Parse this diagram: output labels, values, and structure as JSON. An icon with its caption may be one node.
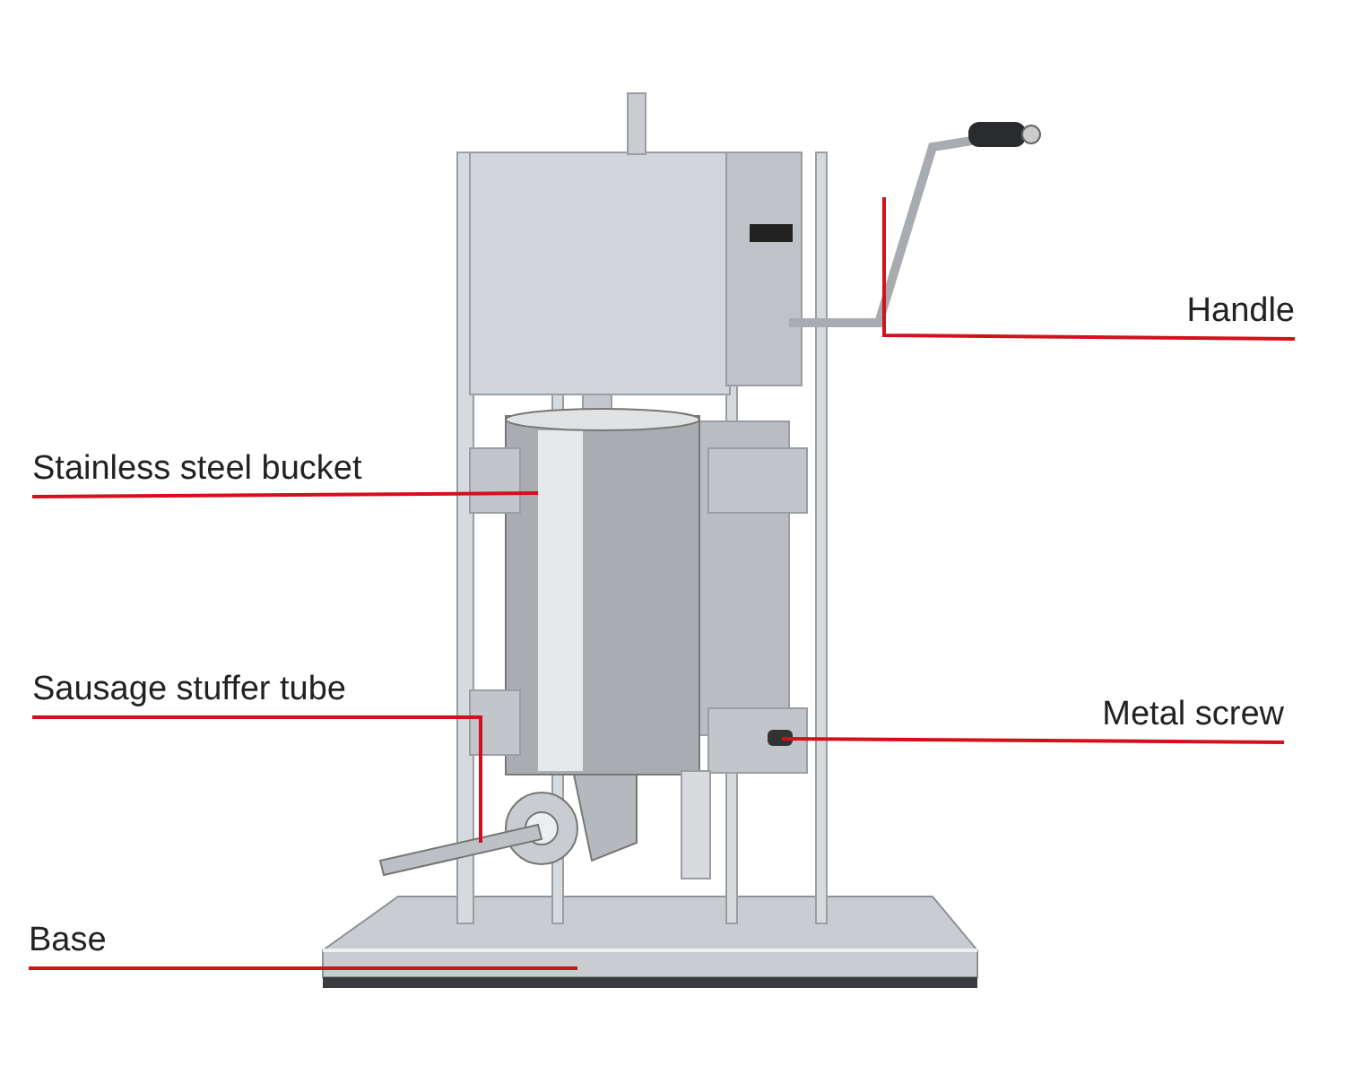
{
  "diagram": {
    "nodes": [
      {
        "text": [
          "Handle"
        ]
      },
      {
        "text": [
          "Stainless steel bucket"
        ]
      },
      {
        "text": [
          "Sausage stuffer tube"
        ]
      },
      {
        "text": [
          "Metal screw"
        ]
      },
      {
        "text": [
          "Base"
        ]
      }
    ],
    "edges": [
      {
        "from": 0,
        "to": null,
        "arrow": "none",
        "color": "#d3101c"
      },
      {
        "from": 1,
        "to": null,
        "arrow": "none",
        "color": "#d3101c"
      },
      {
        "from": 2,
        "to": null,
        "arrow": "none",
        "color": "#d3101c"
      },
      {
        "from": 3,
        "to": null,
        "arrow": "none",
        "color": "#d3101c"
      },
      {
        "from": 4,
        "to": null,
        "arrow": "none",
        "color": "#d3101c"
      }
    ]
  }
}
